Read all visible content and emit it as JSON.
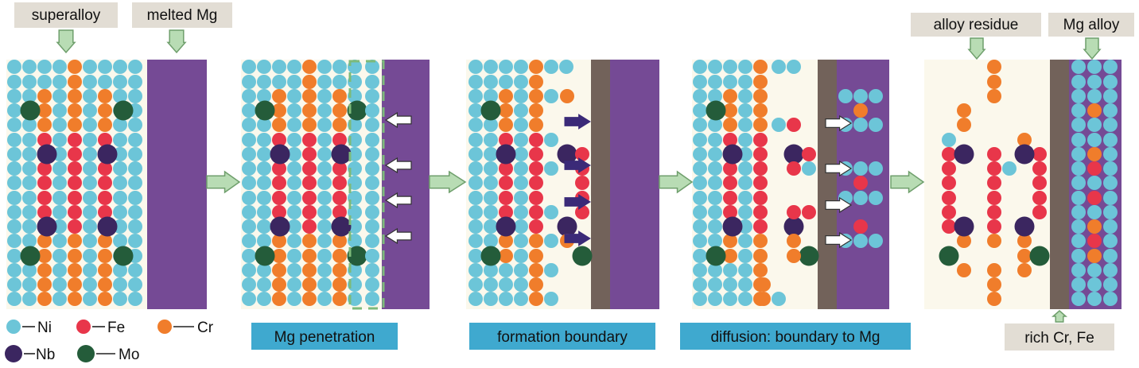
{
  "labels": {
    "superalloy": "superalloy",
    "melted_mg": "melted Mg",
    "alloy_residue": "alloy residue",
    "mg_alloy": "Mg alloy",
    "rich_cr_fe": "rich Cr, Fe"
  },
  "captions": {
    "penetration": "Mg penetration",
    "formation": "formation boundary",
    "diffusion": "diffusion: boundary to Mg"
  },
  "legend": {
    "ni": "Ni",
    "fe": "Fe",
    "cr": "Cr",
    "nb": "Nb",
    "mo": "Mo"
  },
  "colors": {
    "ni": "#6cc5d8",
    "fe": "#e8364a",
    "cr": "#f07d2b",
    "nb": "#3b2660",
    "mo": "#245c3a",
    "magnesium": "#754a95",
    "boundary": "#72625a",
    "panel_bg": "#fbf8ec",
    "label_bg": "#e2ddd4",
    "caption_bg": "#3fa9cf",
    "arrow_fill": "#b8dcb4",
    "arrow_stroke": "#6f9f6c",
    "white_arrow": "#ffffff",
    "dark_arrow": "#3b2a78",
    "dashed_box": "#7dba7a"
  },
  "icons": [
    "down-arrow-icon",
    "right-arrow-icon",
    "left-arrow-icon"
  ]
}
